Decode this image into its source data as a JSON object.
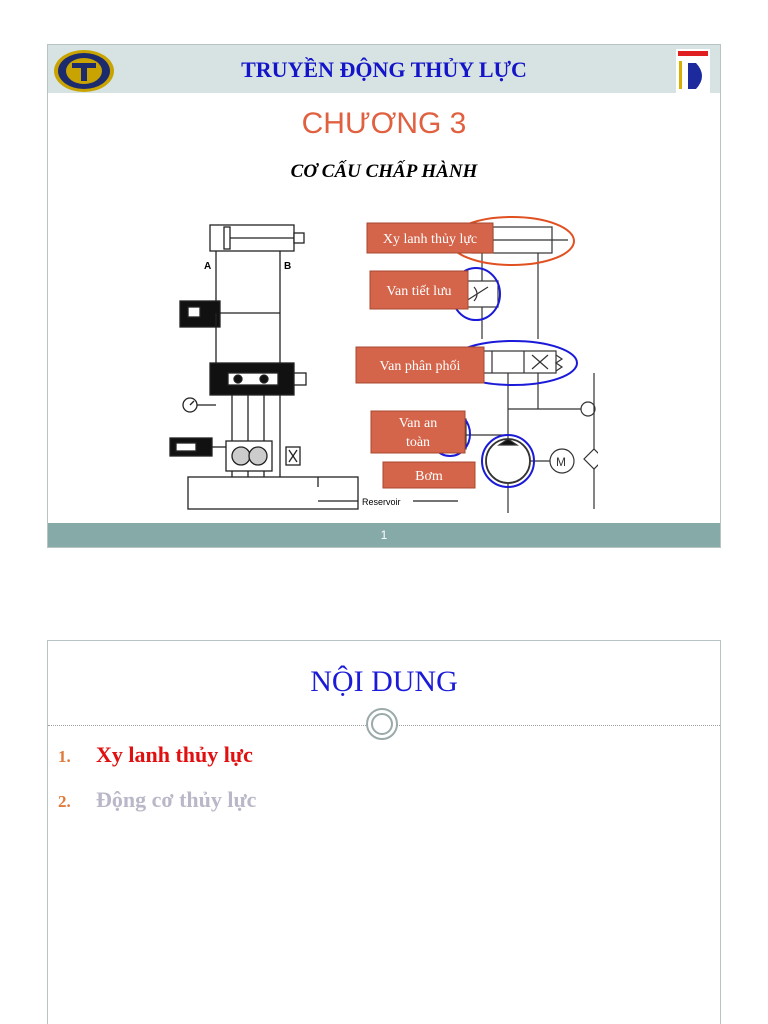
{
  "slide1": {
    "header_title": "TRUYỀN ĐỘNG THỦY LỰC",
    "chapter": "CHƯƠNG 3",
    "subtitle": "CƠ CẤU CHẤP HÀNH",
    "page_number": "1",
    "diagram": {
      "labels": {
        "cylinder": "Xy lanh thủy lực",
        "throttle": "Van tiết lưu",
        "directional": "Van phân phối",
        "relief_line1": "Van an",
        "relief_line2": "toàn",
        "pump": "Bơm",
        "port_a": "A",
        "port_b": "B",
        "reservoir": "Reservoir"
      },
      "colors": {
        "label_box": "#d4644a",
        "highlight_red": "#e05020",
        "highlight_blue": "#1a1ad8"
      }
    },
    "logos": {
      "left": "university-emblem-icon",
      "right": "bach-khoa-logo-icon"
    }
  },
  "slide2": {
    "title": "NỘI DUNG",
    "items": [
      {
        "number": "1.",
        "text": "Xy lanh thủy lực",
        "state": "active"
      },
      {
        "number": "2.",
        "text": "Động cơ thủy lực",
        "state": "inactive"
      }
    ]
  }
}
